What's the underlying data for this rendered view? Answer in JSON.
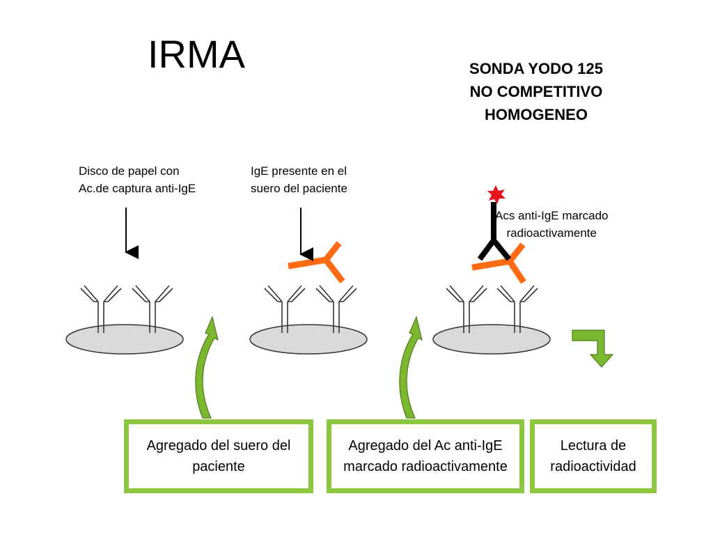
{
  "title": "IRMA",
  "subtitle": {
    "line1": "SONDA YODO 125",
    "line2": "NO COMPETITIVO",
    "line3": "HOMOGENEO"
  },
  "labels": {
    "disk": {
      "line1": "Disco de papel con",
      "line2": "Ac.de  captura anti-IgE"
    },
    "ige": {
      "line1": "IgE presente en el",
      "line2": "suero del paciente"
    },
    "acs": {
      "line1": "Acs anti-IgE marcado",
      "line2": "radioactivamente"
    }
  },
  "steps": [
    {
      "line1": "Agregado del suero del",
      "line2": "paciente"
    },
    {
      "line1": "Agregado del Ac anti-IgE",
      "line2": "marcado radioactivamente"
    },
    {
      "line1": "Lectura de",
      "line2": "radioactividad"
    }
  ],
  "colors": {
    "step_border": "#8dc63f",
    "arrow_green": "#7cb82f",
    "ige_orange": "#ff6a13",
    "label_black": "#000000",
    "disk_fill": "#d9d9d9",
    "radio_red": "#e8141b"
  }
}
